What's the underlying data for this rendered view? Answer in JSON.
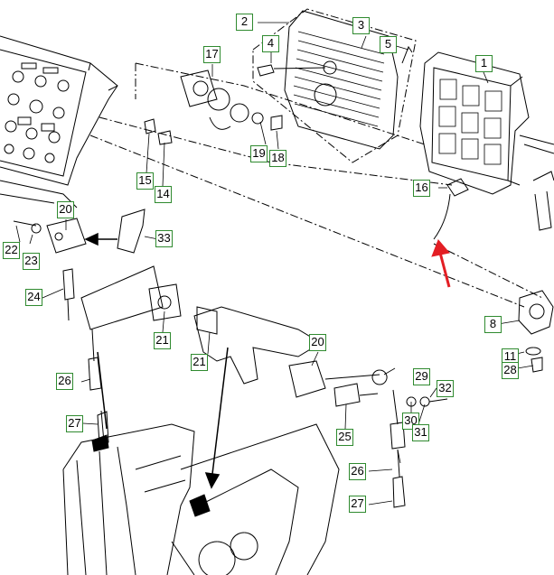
{
  "diagram": {
    "callout_border_color": "#2f8a2f",
    "arrow_color": "#e31e24",
    "line_color": "#000000",
    "parts": [
      {
        "id": "p1",
        "label": "1"
      },
      {
        "id": "p2",
        "label": "2"
      },
      {
        "id": "p3",
        "label": "3"
      },
      {
        "id": "p4",
        "label": "4"
      },
      {
        "id": "p5",
        "label": "5"
      },
      {
        "id": "p8",
        "label": "8"
      },
      {
        "id": "p11",
        "label": "11"
      },
      {
        "id": "p14",
        "label": "14"
      },
      {
        "id": "p15",
        "label": "15"
      },
      {
        "id": "p16",
        "label": "16"
      },
      {
        "id": "p17",
        "label": "17"
      },
      {
        "id": "p18",
        "label": "18"
      },
      {
        "id": "p19",
        "label": "19"
      },
      {
        "id": "p20a",
        "label": "20"
      },
      {
        "id": "p20b",
        "label": "20"
      },
      {
        "id": "p21a",
        "label": "21"
      },
      {
        "id": "p21b",
        "label": "21"
      },
      {
        "id": "p22",
        "label": "22"
      },
      {
        "id": "p23",
        "label": "23"
      },
      {
        "id": "p24",
        "label": "24"
      },
      {
        "id": "p25",
        "label": "25"
      },
      {
        "id": "p26a",
        "label": "26"
      },
      {
        "id": "p26b",
        "label": "26"
      },
      {
        "id": "p27a",
        "label": "27"
      },
      {
        "id": "p27b",
        "label": "27"
      },
      {
        "id": "p28",
        "label": "28"
      },
      {
        "id": "p29",
        "label": "29"
      },
      {
        "id": "p30",
        "label": "30"
      },
      {
        "id": "p31",
        "label": "31"
      },
      {
        "id": "p32",
        "label": "32"
      },
      {
        "id": "p33",
        "label": "33"
      }
    ]
  }
}
